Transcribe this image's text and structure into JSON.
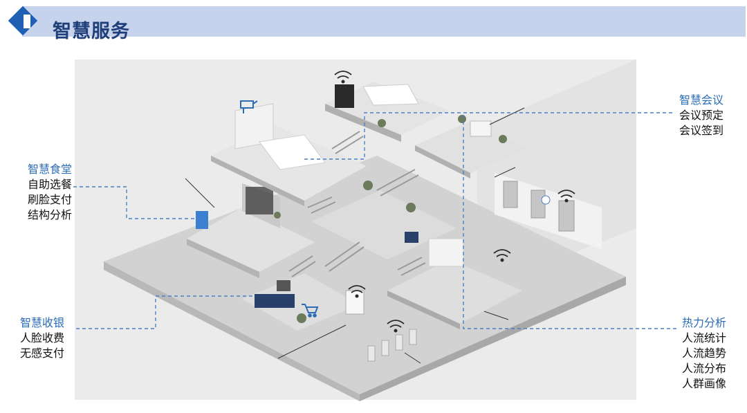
{
  "header": {
    "title": "智慧服务"
  },
  "colors": {
    "accent": "#1f5fb4",
    "title_bar": "#c7d3ec",
    "label_heading": "#2b6cb6",
    "connector": "#4a7fc4"
  },
  "callouts": {
    "canteen": {
      "heading": "智慧食堂",
      "items": [
        "自助选餐",
        "刷脸支付",
        "结构分析"
      ]
    },
    "cashier": {
      "heading": "智慧收银",
      "items": [
        "人脸收费",
        "无感支付"
      ]
    },
    "meeting": {
      "heading": "智慧会议",
      "items": [
        "会议预定",
        "会议签到"
      ]
    },
    "heatmap": {
      "heading": "热力分析",
      "items": [
        "人流统计",
        "人流趋势",
        "人流分布",
        "人群画像"
      ]
    }
  },
  "icons": [
    "wifi-icon",
    "camera-icon",
    "kiosk-icon",
    "cart-icon"
  ]
}
